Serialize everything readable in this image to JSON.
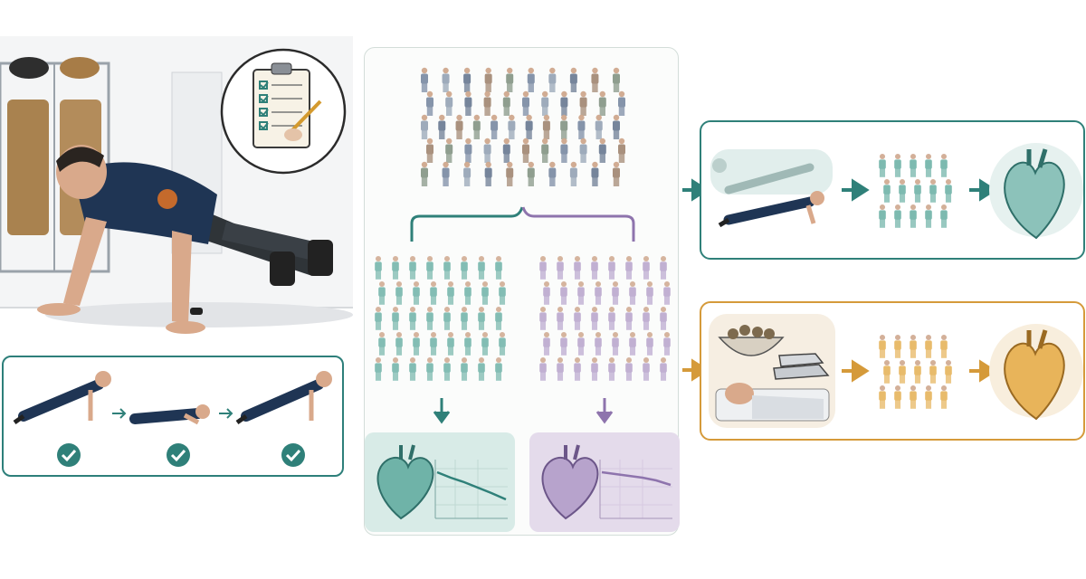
{
  "colors": {
    "teal": "#2f8079",
    "teal_light": "#6fb3a8",
    "violet": "#8e74ad",
    "violet_light": "#b7a3cc",
    "gold": "#d59a3a",
    "gold_light": "#e6b45c",
    "navy": "#2b3a55",
    "crowd_gray": "#7f8fa6"
  },
  "icons": {
    "checklist": "clipboard-checklist-icon",
    "check": "check-circle-icon",
    "heart": "heart-icon",
    "arrow": "arrow-right-icon"
  },
  "content": {
    "left_checks": [
      true,
      true,
      true
    ],
    "study_groups": [
      "teal",
      "violet"
    ],
    "outcomes": [
      "teal",
      "gold"
    ]
  }
}
